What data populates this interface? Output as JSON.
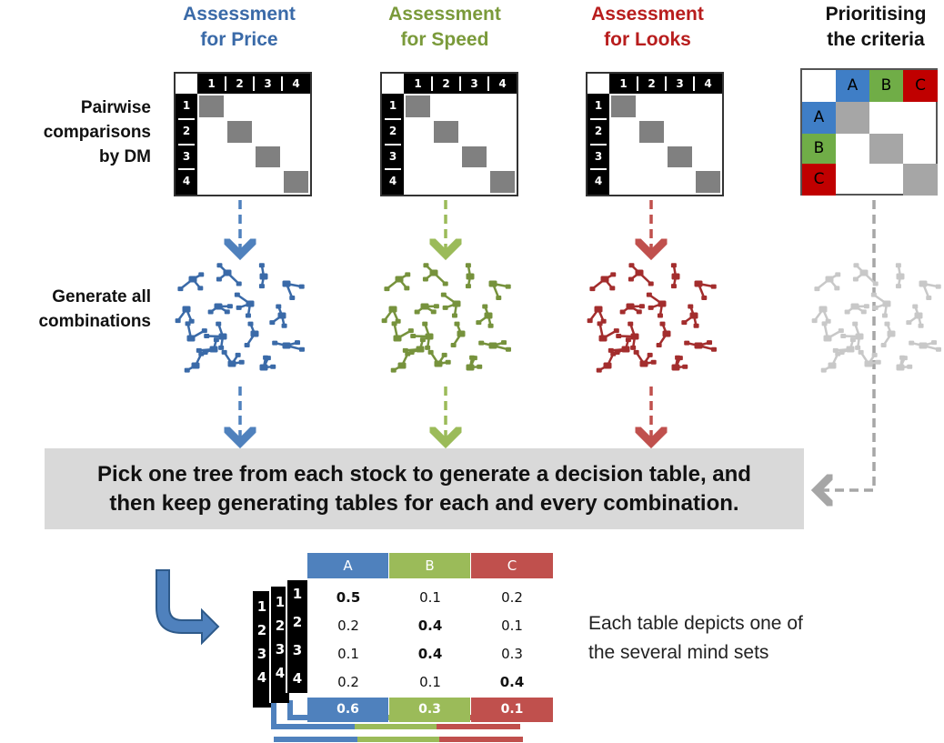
{
  "headers": [
    {
      "line1": "Assessment",
      "line2": "for Price",
      "color": "#3a6aa8"
    },
    {
      "line1": "Assessment",
      "line2": "for Speed",
      "color": "#7a9a3a"
    },
    {
      "line1": "Assessment",
      "line2": "for Looks",
      "color": "#b81d1d"
    },
    {
      "line1": "Prioritising",
      "line2": "the criteria",
      "color": "#111111"
    }
  ],
  "row_labels": {
    "pairwise": [
      "Pairwise",
      "comparisons",
      "by DM"
    ],
    "generate": [
      "Generate all",
      "combinations"
    ]
  },
  "matrix_labels": {
    "cols": [
      "1",
      "2",
      "3",
      "4"
    ],
    "rows": [
      "1",
      "2",
      "3",
      "4"
    ]
  },
  "priority_matrix": {
    "labels": [
      "A",
      "B",
      "C"
    ],
    "colors": [
      "#3f7ec6",
      "#70ad47",
      "#c00000"
    ]
  },
  "tree_colors": [
    "#3a6aa8",
    "#76923c",
    "#a32d2d",
    "#c8c8c8"
  ],
  "banner": {
    "line1": "Pick one tree from each stock to generate a decision table, and",
    "line2": "then keep generating tables for each and every combination."
  },
  "decision_table": {
    "columns": [
      "A",
      "B",
      "C"
    ],
    "column_colors": [
      "#4f81bd",
      "#9bbb59",
      "#c0504d"
    ],
    "row_ids": [
      "1",
      "2",
      "3",
      "4"
    ],
    "rows": [
      [
        "0.5",
        "0.1",
        "0.2"
      ],
      [
        "0.2",
        "0.4",
        "0.1"
      ],
      [
        "0.1",
        "0.4",
        "0.3"
      ],
      [
        "0.2",
        "0.1",
        "0.4"
      ]
    ],
    "bold": [
      [
        true,
        false,
        false
      ],
      [
        false,
        true,
        false
      ],
      [
        false,
        true,
        false
      ],
      [
        false,
        false,
        true
      ]
    ],
    "weights": [
      "0.6",
      "0.3",
      "0.1"
    ]
  },
  "caption": {
    "line1": "Each table depicts one of",
    "line2": "the several mind sets"
  }
}
